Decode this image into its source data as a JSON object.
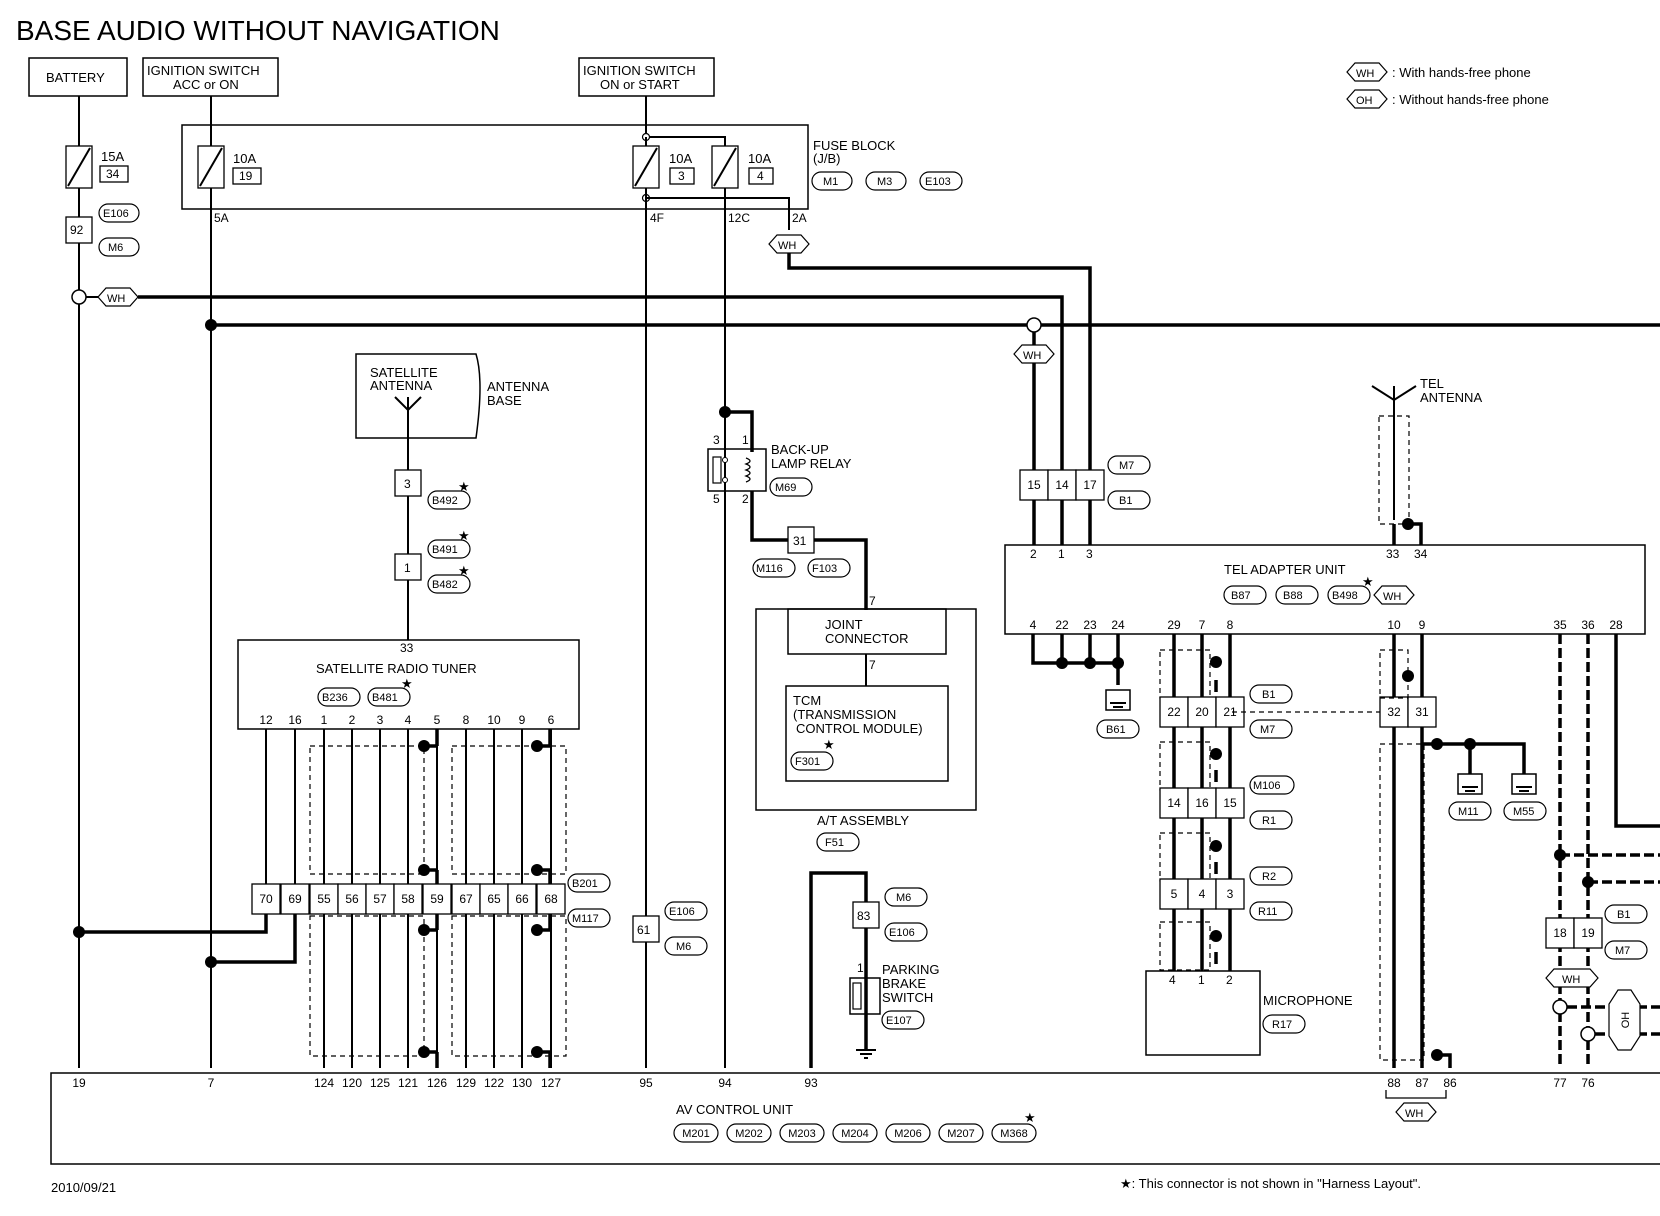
{
  "title": "BASE AUDIO WITHOUT NAVIGATION",
  "date": "2010/09/21",
  "footnote": "★: This connector is not shown in \"Harness Layout\".",
  "legend": {
    "wh_tag": "WH",
    "wh_text": ": With hands-free phone",
    "oh_tag": "OH",
    "oh_text": ": Without hands-free phone"
  },
  "battery": {
    "label": "BATTERY",
    "fuse_amp": "15A",
    "fuse_no": "34",
    "conn_pin": "92",
    "conn1": "E106",
    "conn2": "M6"
  },
  "ign_acc": {
    "line1": "IGNITION SWITCH",
    "line2": "ACC or ON",
    "fuse_amp": "10A",
    "fuse_no": "19",
    "pin": "5A"
  },
  "ign_on": {
    "line1": "IGNITION SWITCH",
    "line2": "ON or START",
    "fuse3_amp": "10A",
    "fuse3_no": "3",
    "fuse4_amp": "10A",
    "fuse4_no": "4",
    "pin_4f": "4F",
    "pin_12c": "12C",
    "pin_2a": "2A"
  },
  "fuse_block": {
    "line1": "FUSE BLOCK",
    "line2": "(J/B)",
    "c1": "M1",
    "c2": "M3",
    "c3": "E103"
  },
  "wh_tag": "WH",
  "oh_tag": "OH",
  "satellite": {
    "antenna_line1": "SATELLITE",
    "antenna_line2": "ANTENNA",
    "base_line1": "ANTENNA",
    "base_line2": "BASE",
    "pin3": "3",
    "c_b492": "B492",
    "pin1": "1",
    "c_b491": "B491",
    "c_b482": "B482",
    "tuner_label": "SATELLITE RADIO TUNER",
    "tuner_top_pin": "33",
    "c_b236": "B236",
    "c_b481": "B481",
    "tuner_pins": [
      "12",
      "16",
      "1",
      "2",
      "3",
      "4",
      "5",
      "8",
      "10",
      "9",
      "6"
    ],
    "mid_pins": [
      "70",
      "69",
      "55",
      "56",
      "57",
      "58",
      "59",
      "67",
      "65",
      "66",
      "68"
    ],
    "c_b201": "B201",
    "c_m117": "M117"
  },
  "backup_relay": {
    "line1": "BACK-UP",
    "line2": "LAMP RELAY",
    "conn": "M69",
    "p3": "3",
    "p1": "1",
    "p5": "5",
    "p2": "2"
  },
  "joint": {
    "pin31": "31",
    "c_m116": "M116",
    "c_f103": "F103",
    "pin7a": "7",
    "line1": "JOINT",
    "line2": "CONNECTOR",
    "pin7b": "7",
    "tcm1": "TCM",
    "tcm2": "(TRANSMISSION",
    "tcm3": "CONTROL MODULE)",
    "c_f301": "F301",
    "assembly": "A/T ASSEMBLY",
    "c_f51": "F51"
  },
  "pin61": {
    "pin": "61",
    "c1": "E106",
    "c2": "M6"
  },
  "parking": {
    "pin": "83",
    "c1": "M6",
    "c2": "E106",
    "p1": "1",
    "line1": "PARKING",
    "line2": "BRAKE",
    "line3": "SWITCH",
    "conn": "E107"
  },
  "tel": {
    "antenna_line1": "TEL",
    "antenna_line2": "ANTENNA",
    "pins_top_conn": [
      "15",
      "14",
      "17"
    ],
    "c_m7": "M7",
    "c_b1": "B1",
    "top_pins": [
      "2",
      "1",
      "3"
    ],
    "top_right_pins": [
      "33",
      "34"
    ],
    "label": "TEL ADAPTER UNIT",
    "c_b87": "B87",
    "c_b88": "B88",
    "c_b498": "B498",
    "bottom_pins": [
      "4",
      "22",
      "23",
      "24",
      "29",
      "7",
      "8",
      "10",
      "9",
      "35",
      "36",
      "28"
    ],
    "c_b61": "B61",
    "conn_a_pins": [
      "22",
      "20",
      "21"
    ],
    "conn_a_c1": "B1",
    "conn_a_c2": "M7",
    "conn_b_pins": [
      "14",
      "16",
      "15"
    ],
    "conn_b_c1": "M106",
    "conn_b_c2": "R1",
    "conn_c_pins": [
      "5",
      "4",
      "3"
    ],
    "conn_c_c1": "R2",
    "conn_c_c2": "R11",
    "mic_pins": [
      "4",
      "1",
      "2"
    ],
    "mic_label": "MICROPHONE",
    "mic_conn": "R17",
    "conn_d_pins": [
      "32",
      "31"
    ],
    "c_m11": "M11",
    "c_m55": "M55",
    "conn_e_pins": [
      "18",
      "19"
    ],
    "conn_e_c1": "B1",
    "conn_e_c2": "M7"
  },
  "av": {
    "pins": [
      "19",
      "7",
      "124",
      "120",
      "125",
      "121",
      "126",
      "129",
      "122",
      "130",
      "127",
      "95",
      "94",
      "93",
      "88",
      "87",
      "86",
      "77",
      "76"
    ],
    "label": "AV CONTROL UNIT",
    "conns": [
      "M201",
      "M202",
      "M203",
      "M204",
      "M206",
      "M207",
      "M368"
    ]
  }
}
